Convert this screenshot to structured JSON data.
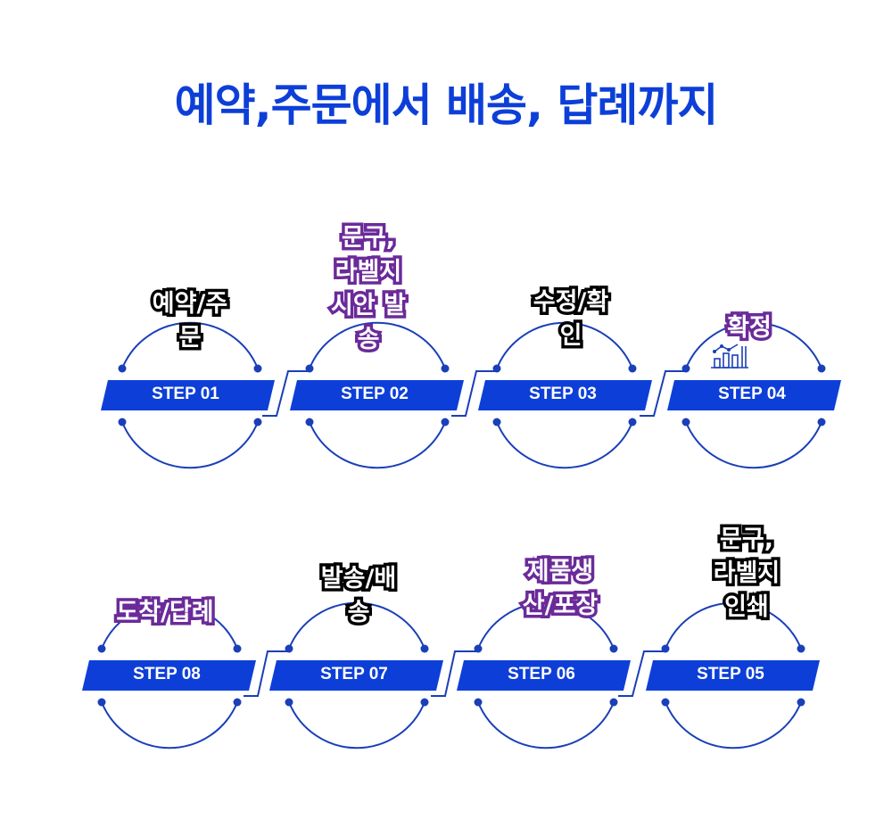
{
  "title": "예약,주문에서  배송, 답례까지",
  "colors": {
    "accent": "#0d3fd8",
    "line": "#1a3fb8",
    "outline_black": "#000000",
    "outline_purple": "#6b2a99"
  },
  "steps": [
    {
      "step": "STEP 01",
      "label_lines": [
        "예약/주",
        "문"
      ],
      "outline": "black"
    },
    {
      "step": "STEP 02",
      "label_lines": [
        "문구,",
        "라벨지",
        "시안 발",
        "송"
      ],
      "outline": "purple"
    },
    {
      "step": "STEP 03",
      "label_lines": [
        "수정/확",
        "인"
      ],
      "outline": "black"
    },
    {
      "step": "STEP 04",
      "label_lines": [
        "확정"
      ],
      "outline": "purple",
      "icon": "bar-chart-icon"
    },
    {
      "step": "STEP 05",
      "label_lines": [
        "문구,",
        "라벨지",
        "인쇄"
      ],
      "outline": "black"
    },
    {
      "step": "STEP 06",
      "label_lines": [
        "제품생",
        "산/포장"
      ],
      "outline": "purple"
    },
    {
      "step": "STEP 07",
      "label_lines": [
        "발송/배",
        "송"
      ],
      "outline": "black"
    },
    {
      "step": "STEP 08",
      "label_lines": [
        "도착/답례"
      ],
      "outline": "purple"
    }
  ]
}
